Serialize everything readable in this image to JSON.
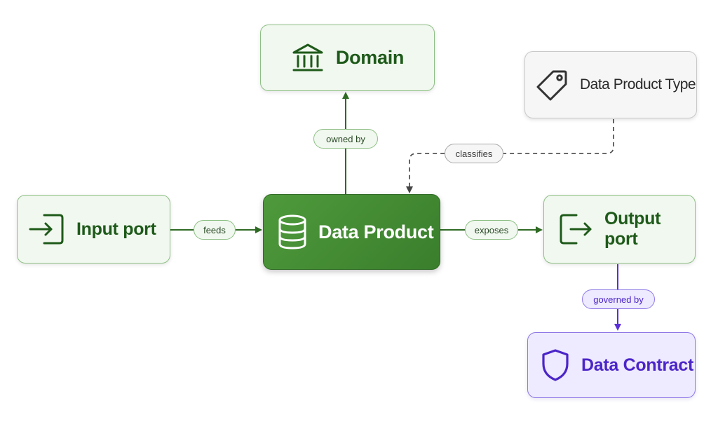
{
  "nodes": {
    "domain": {
      "label": "Domain",
      "icon": "bank-building-icon"
    },
    "data_product_type": {
      "label": "Data Product Type",
      "icon": "tag-icon"
    },
    "input_port": {
      "label": "Input port",
      "icon": "login-arrow-icon"
    },
    "data_product": {
      "label": "Data Product",
      "icon": "database-icon"
    },
    "output_port": {
      "label": "Output port",
      "icon": "logout-arrow-icon"
    },
    "data_contract": {
      "label": "Data Contract",
      "icon": "shield-icon"
    }
  },
  "edges": {
    "owned_by": "owned by",
    "classifies": "classifies",
    "feeds": "feeds",
    "exposes": "exposes",
    "governed_by": "governed by"
  },
  "colors": {
    "green_text": "#1e5a1a",
    "green_line": "#2f6a24",
    "center_fill": "#438c34",
    "gray_line": "#555555",
    "purple_line": "#5a2fd6"
  }
}
